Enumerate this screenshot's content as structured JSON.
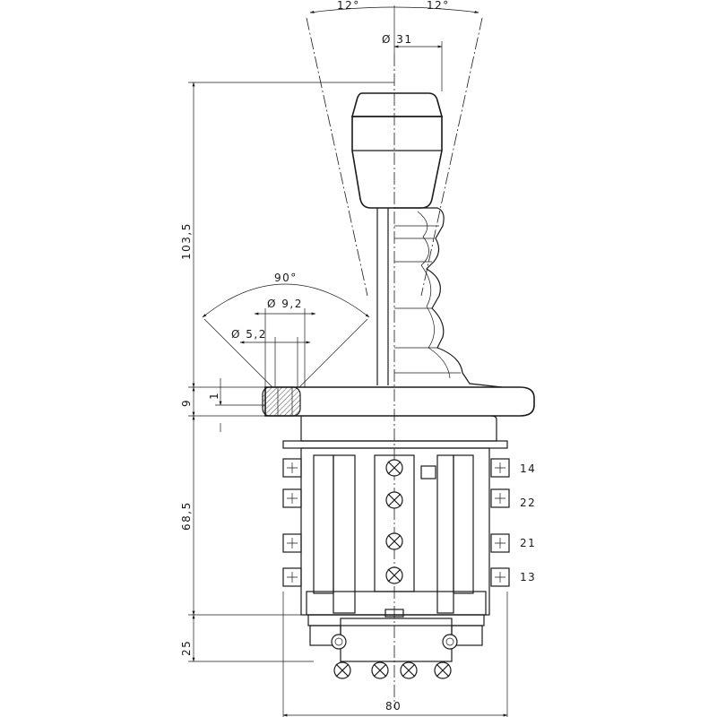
{
  "dimensions": {
    "angle_left": "12°",
    "angle_right": "12°",
    "knob_diameter": "Ø 31",
    "handle_height": "103,5",
    "cone_angle": "90°",
    "hole_outer_diameter": "Ø 9,2",
    "hole_inner_diameter": "Ø 5,2",
    "flange_thickness": "9",
    "flange_step": "1",
    "body_height": "68,5",
    "bottom_height": "25",
    "overall_width": "80"
  },
  "terminals": [
    "14",
    "22",
    "21",
    "13"
  ],
  "colors": {
    "line": "#1a1a1a",
    "background": "#ffffff"
  }
}
